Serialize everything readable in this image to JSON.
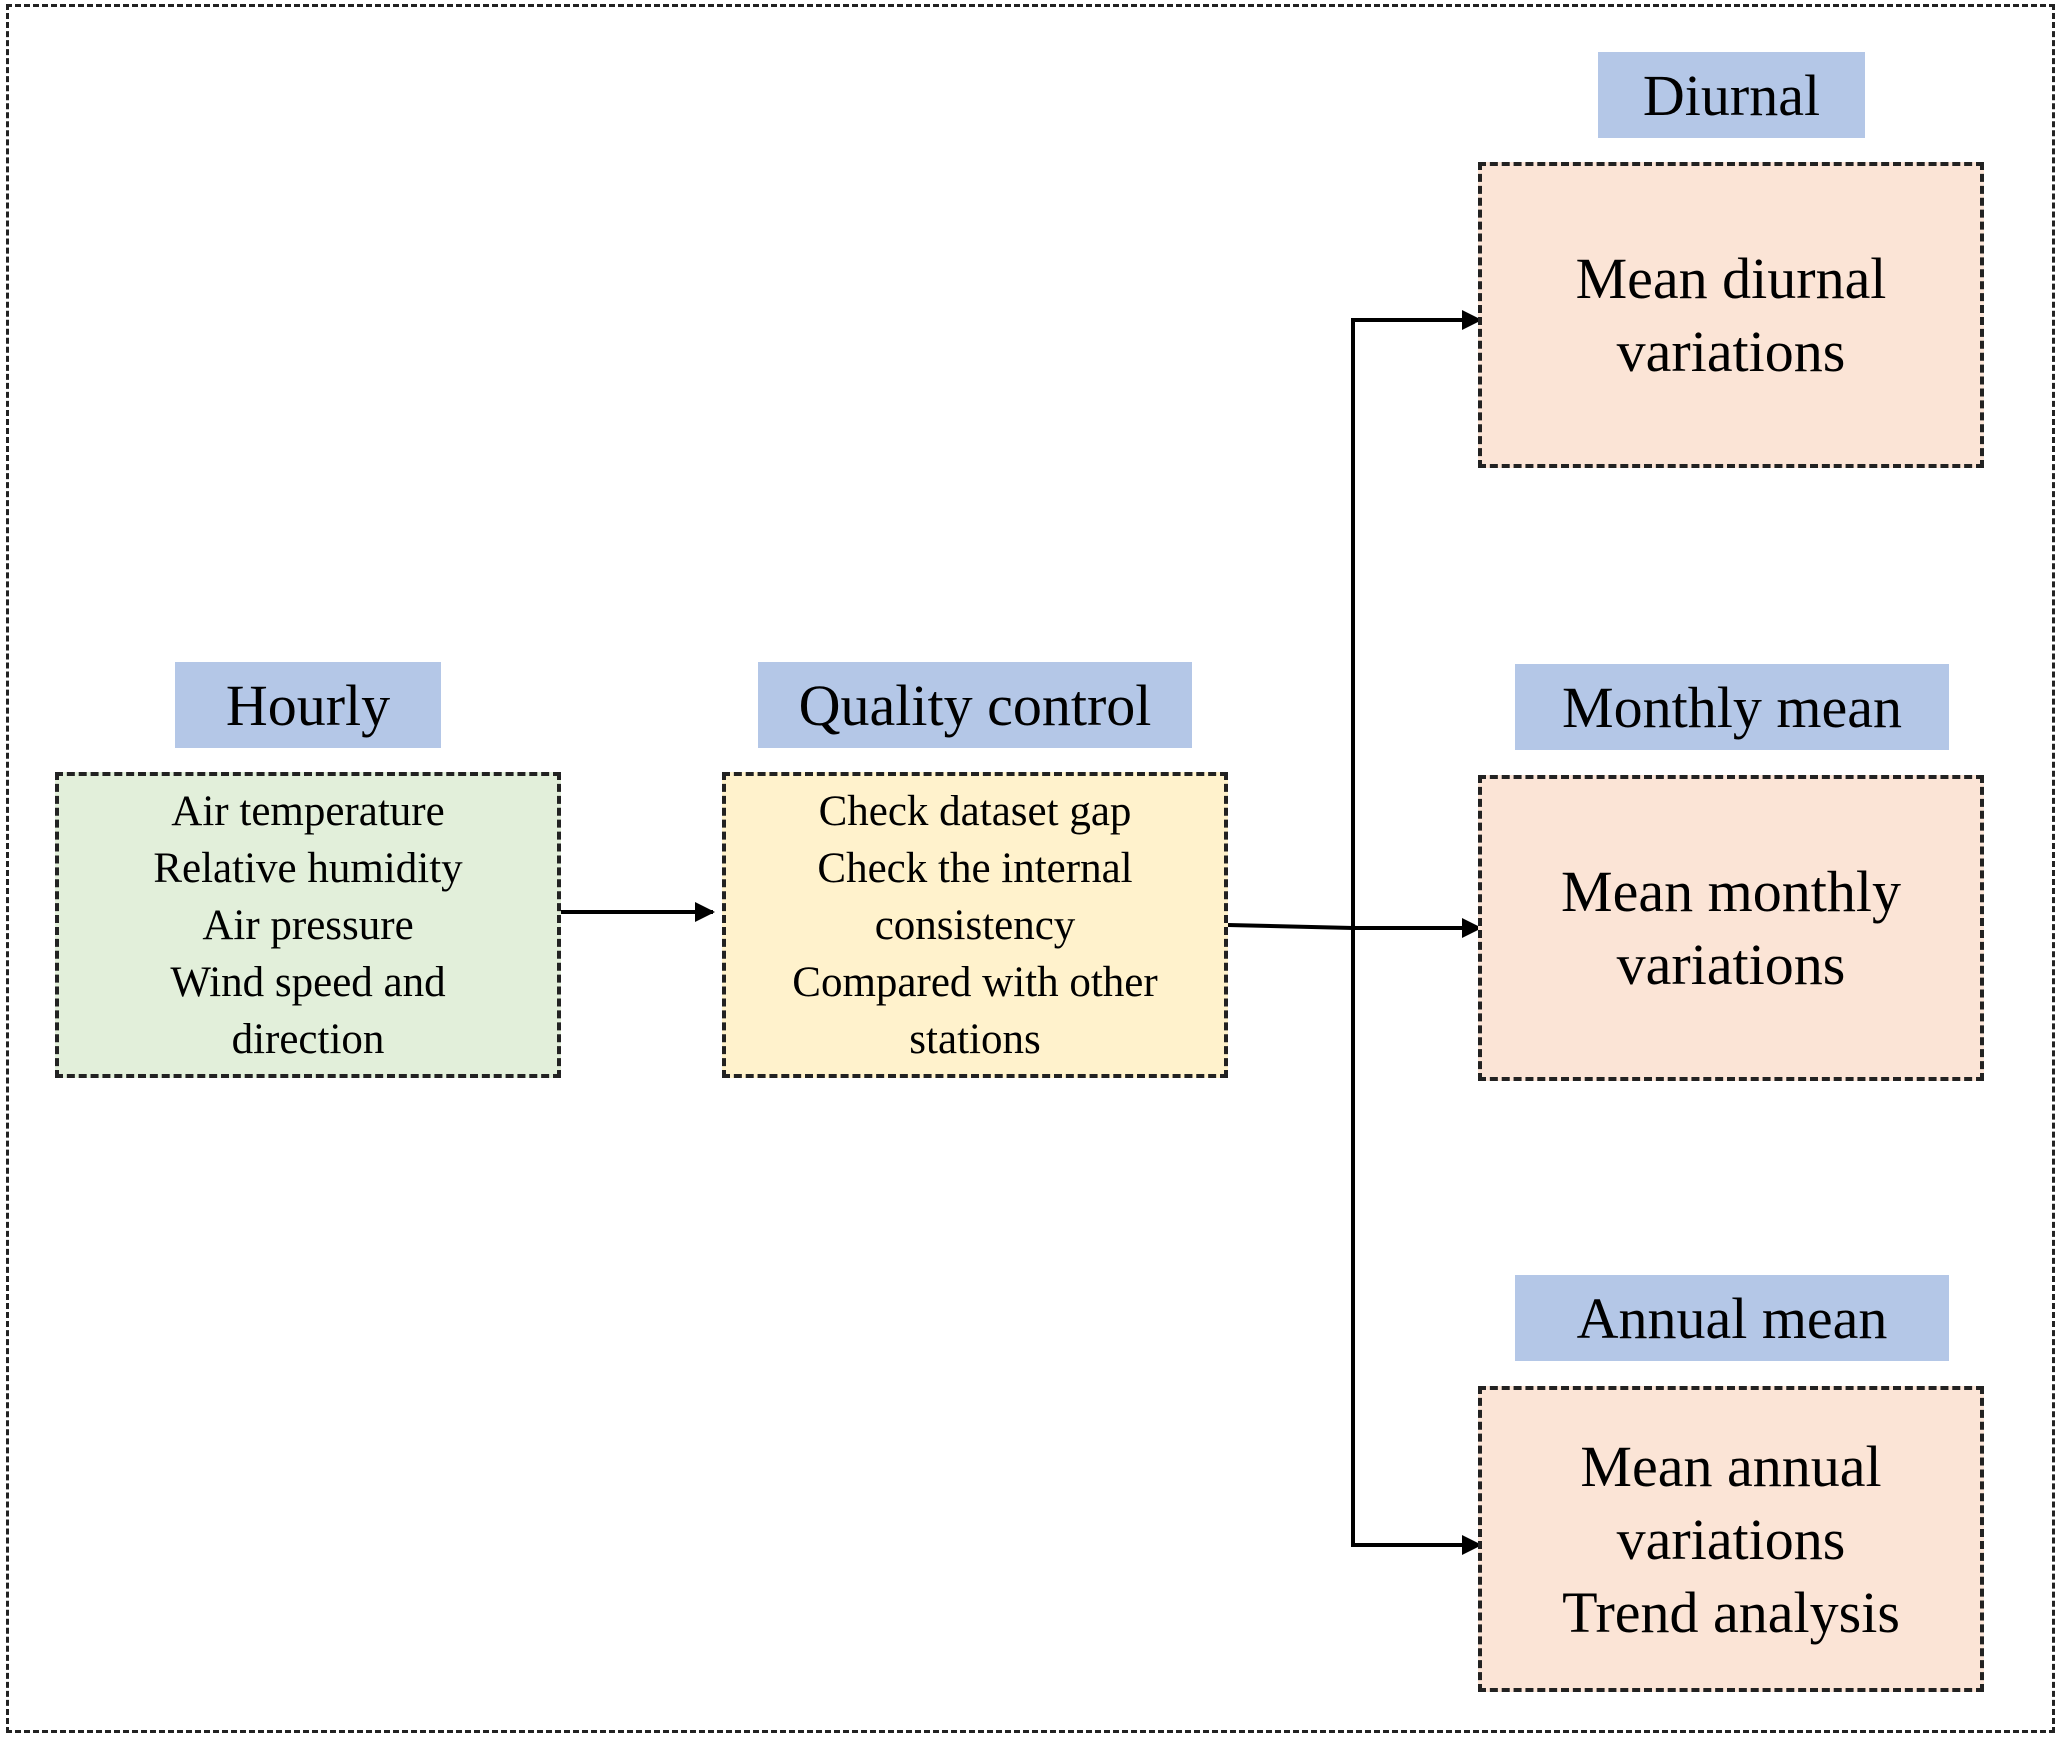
{
  "hourly": {
    "title": "Hourly",
    "lines": [
      "Air temperature",
      "Relative humidity",
      "Air pressure",
      "Wind speed and",
      "direction"
    ]
  },
  "quality": {
    "title": "Quality control",
    "lines": [
      "Check dataset gap",
      "Check the internal",
      "consistency",
      "Compared with other",
      "stations"
    ]
  },
  "diurnal": {
    "title": "Diurnal",
    "lines": [
      "Mean diurnal",
      "variations"
    ]
  },
  "monthly": {
    "title": "Monthly mean",
    "lines": [
      "Mean monthly",
      "variations"
    ]
  },
  "annual": {
    "title": "Annual mean",
    "lines": [
      "Mean annual",
      "variations",
      "Trend analysis"
    ]
  },
  "colors": {
    "label_bg": "#b4c7e7",
    "input_box": "#e2efda",
    "process_box": "#fff2cc",
    "output_box": "#fbe4d6"
  }
}
